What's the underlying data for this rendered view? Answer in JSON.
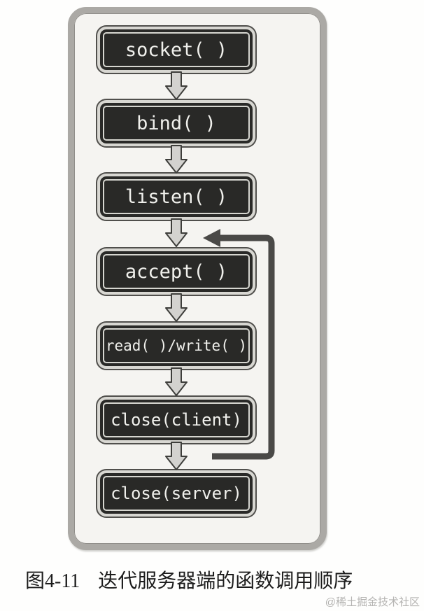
{
  "diagram": {
    "panel": "iterative-server-call-sequence",
    "boxes": [
      {
        "label": "socket( )"
      },
      {
        "label": "bind( )"
      },
      {
        "label": "listen( )"
      },
      {
        "label": "accept( )"
      },
      {
        "label": "read( )/write( )"
      },
      {
        "label": "close(client)"
      },
      {
        "label": "close(server)"
      }
    ],
    "flow_direction": "top-to-bottom",
    "loop_arrow": {
      "from": "close(client)",
      "to": "accept( )"
    }
  },
  "caption": {
    "figure_label": "图4-11",
    "title": "迭代服务器端的函数调用顺序"
  },
  "watermark": "@稀土掘金技术社区",
  "colors": {
    "box_fill": "#292927",
    "box_text": "#f0f0ec",
    "panel_bg": "#f5f4f1",
    "panel_border": "#aba9a5",
    "loop_arrow": "#4a4947",
    "down_arrow_fill": "#d3d2cf",
    "down_arrow_stroke": "#3e3e3b"
  }
}
